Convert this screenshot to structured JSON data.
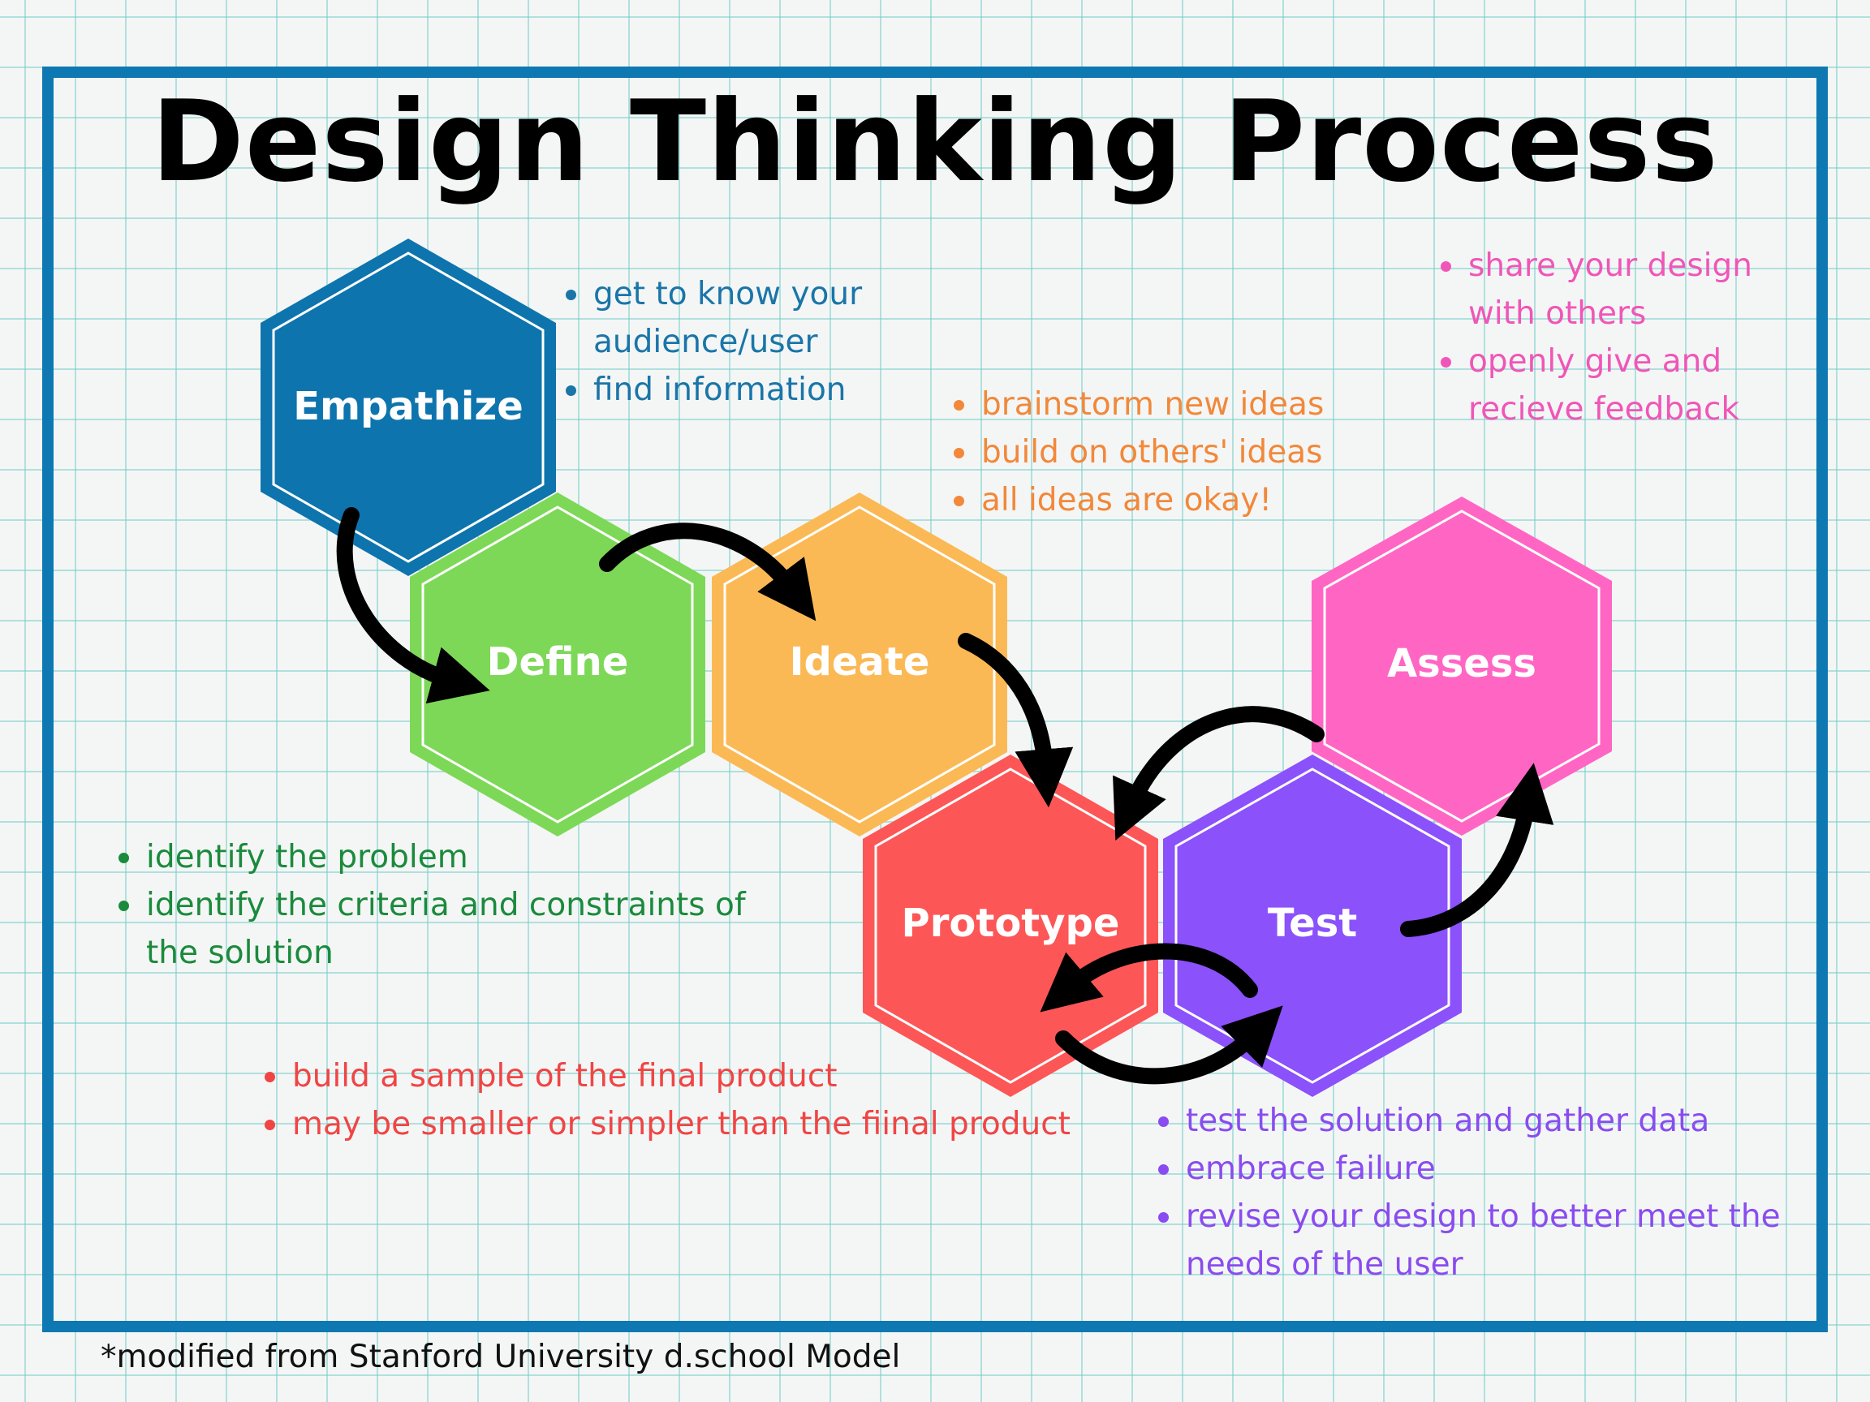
{
  "title": "Design Thinking Process",
  "stages": [
    {
      "key": "empathize",
      "label": "Empathize",
      "color": "#0e74ad"
    },
    {
      "key": "define",
      "label": "Define",
      "color": "#7dd858"
    },
    {
      "key": "ideate",
      "label": "Ideate",
      "color": "#fbb955"
    },
    {
      "key": "prototype",
      "label": "Prototype",
      "color": "#fd5656"
    },
    {
      "key": "test",
      "label": "Test",
      "color": "#8b51fb"
    },
    {
      "key": "assess",
      "label": "Assess",
      "color": "#ff66c4"
    }
  ],
  "notes": {
    "empathize": [
      "get to know your audience/user",
      "find information"
    ],
    "ideate": [
      "brainstorm new ideas",
      "build on others' ideas",
      "all ideas are okay!"
    ],
    "assess": [
      "share your design with others",
      "openly give and recieve feedback"
    ],
    "define": [
      "identify the problem",
      "identify the criteria and constraints of the solution"
    ],
    "prototype": [
      "build a sample of the final product",
      "may be smaller or simpler than the fiinal product"
    ],
    "test": [
      "test the solution and gather data",
      "embrace failure",
      "revise your design to better meet the needs of the user"
    ]
  },
  "footnote": "*modified from Stanford University d.school Model"
}
